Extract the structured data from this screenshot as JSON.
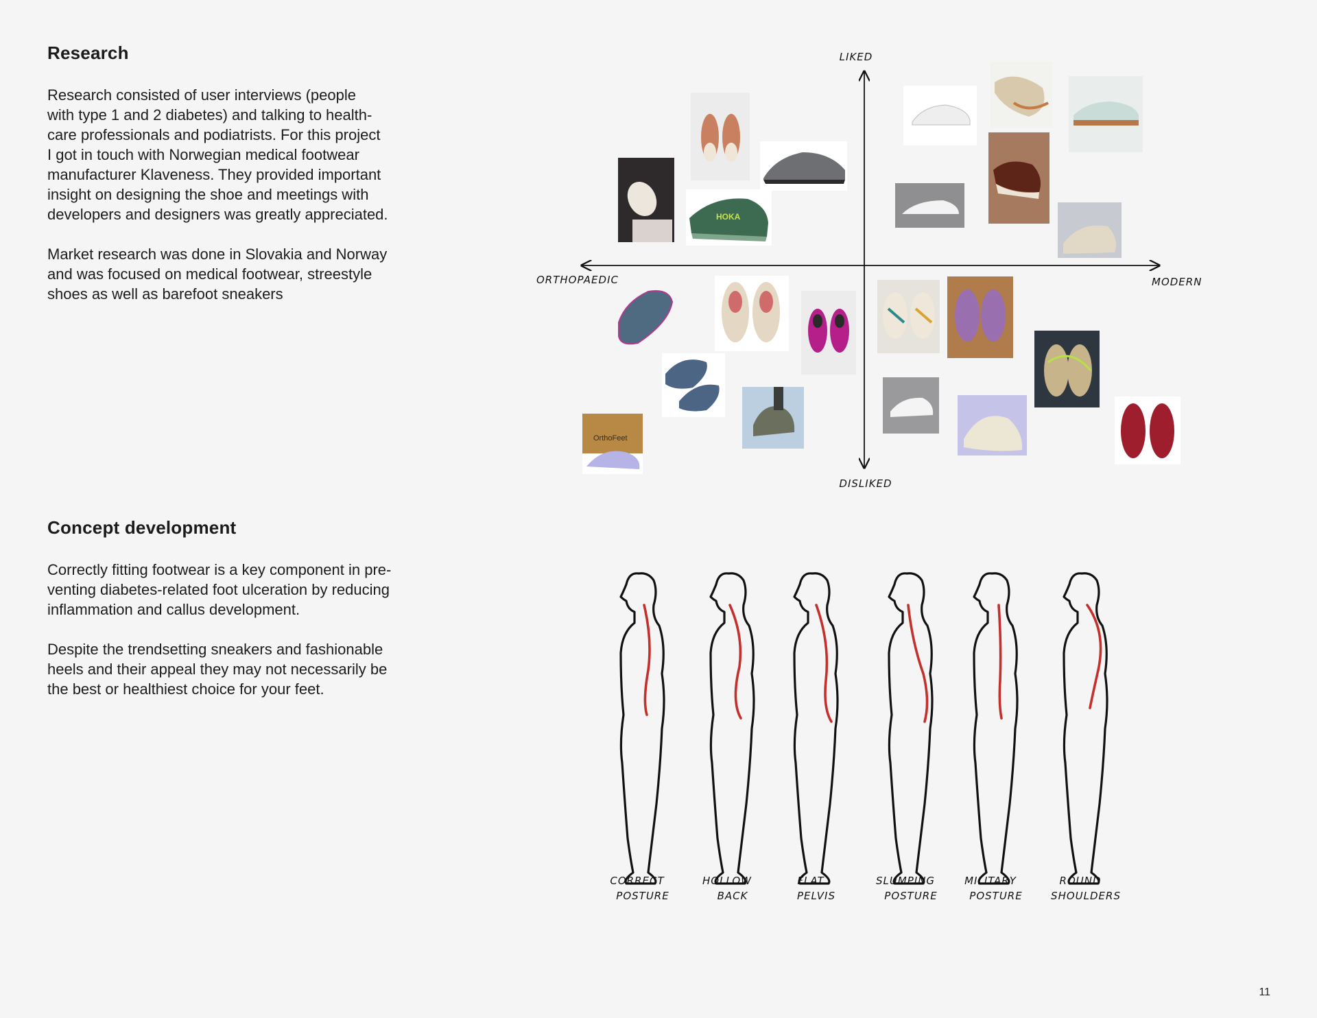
{
  "research": {
    "title": "Research",
    "paragraphs": [
      "Research consisted of user interviews (people\nwith type 1 and 2 diabetes) and talking to health-\ncare professionals and podiatrists. For this project\nI got in touch with Norwegian medical footwear\nmanufacturer Klaveness. They provided important\ninsight on designing the shoe and meetings with\ndevelopers and designers was greatly appreciated.",
      "Market research was done in Slovakia and Norway\nand was focused on medical footwear, streestyle\nshoes as well as barefoot sneakers"
    ]
  },
  "matrix": {
    "top_label": "LIKED",
    "bottom_label": "DISLIKED",
    "left_label": "ORTHOPAEDIC",
    "right_label": "MODERN",
    "box_label": "OrthoFeet",
    "shoe_logo": "HOKA"
  },
  "concept": {
    "title": "Concept development",
    "paragraphs": [
      "Correctly fitting footwear is a key component in pre-\nventing diabetes-related foot ulceration by reducing\ninflammation and callus development.",
      "Despite the trendsetting sneakers and fashionable\nheels and their appeal they may not necessarily be\nthe best or healthiest choice for your feet."
    ]
  },
  "postures": [
    {
      "line1": "CORRECT",
      "line2": "POSTURE"
    },
    {
      "line1": "HOLLOW",
      "line2": "BACK"
    },
    {
      "line1": "FLAT",
      "line2": "PELVIS"
    },
    {
      "line1": "SLUMPING",
      "line2": "POSTURE"
    },
    {
      "line1": "MILITARY",
      "line2": "POSTURE"
    },
    {
      "line1": "ROUND",
      "line2": "SHOULDERS"
    }
  ],
  "page_number": "11",
  "colors": {
    "spine": "#c4302b",
    "outline": "#111111",
    "background": "#f5f5f5"
  }
}
